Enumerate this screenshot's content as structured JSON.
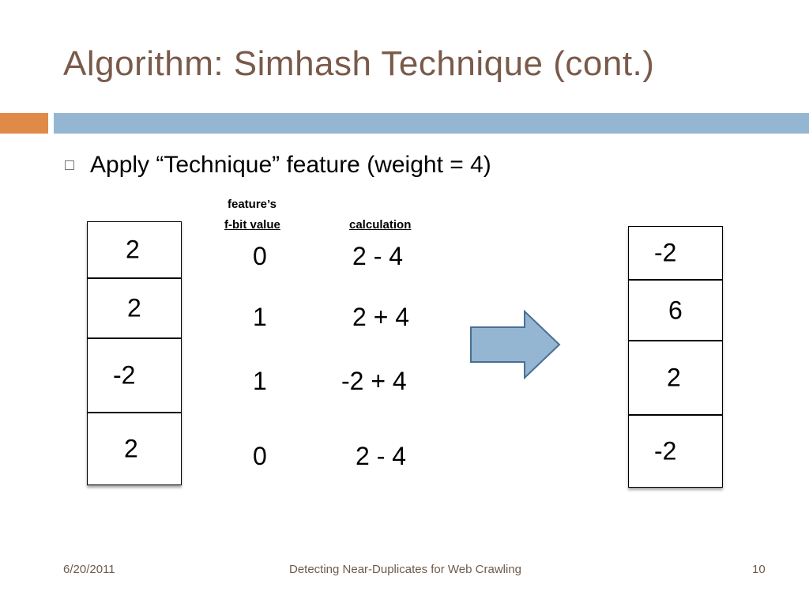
{
  "slide": {
    "title": "Algorithm: Simhash Technique (cont.)",
    "bullet": "Apply “Technique” feature (weight = 4)",
    "headers": {
      "fbit_line1": "feature’s",
      "fbit_line2": "f-bit value",
      "calculation": "calculation"
    },
    "left_vector": [
      "2",
      "2",
      "-2",
      "2"
    ],
    "fbit_values": [
      "0",
      "1",
      "1",
      "0"
    ],
    "calculations": [
      "2 - 4",
      "2 + 4",
      "-2 + 4",
      "2 - 4"
    ],
    "right_vector": [
      "-2",
      "6",
      "2",
      "-2"
    ],
    "arrow_icon": "right-arrow-icon",
    "colors": {
      "title": "#7a5a4a",
      "accent_orange": "#e08a4a",
      "accent_blue": "#95b6d2",
      "arrow_fill": "#95b6d2"
    }
  },
  "footer": {
    "date": "6/20/2011",
    "title": "Detecting Near-Duplicates for Web Crawling",
    "page": "10"
  }
}
